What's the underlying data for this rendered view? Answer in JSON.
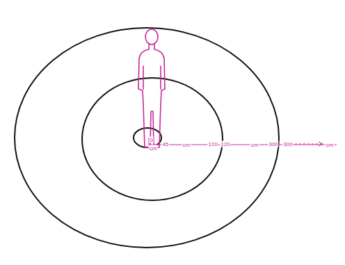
{
  "diagram": {
    "labels": [
      "0",
      "cm",
      "45",
      "cm",
      "120",
      "120",
      "cm",
      "300",
      "300",
      "cm"
    ]
  }
}
